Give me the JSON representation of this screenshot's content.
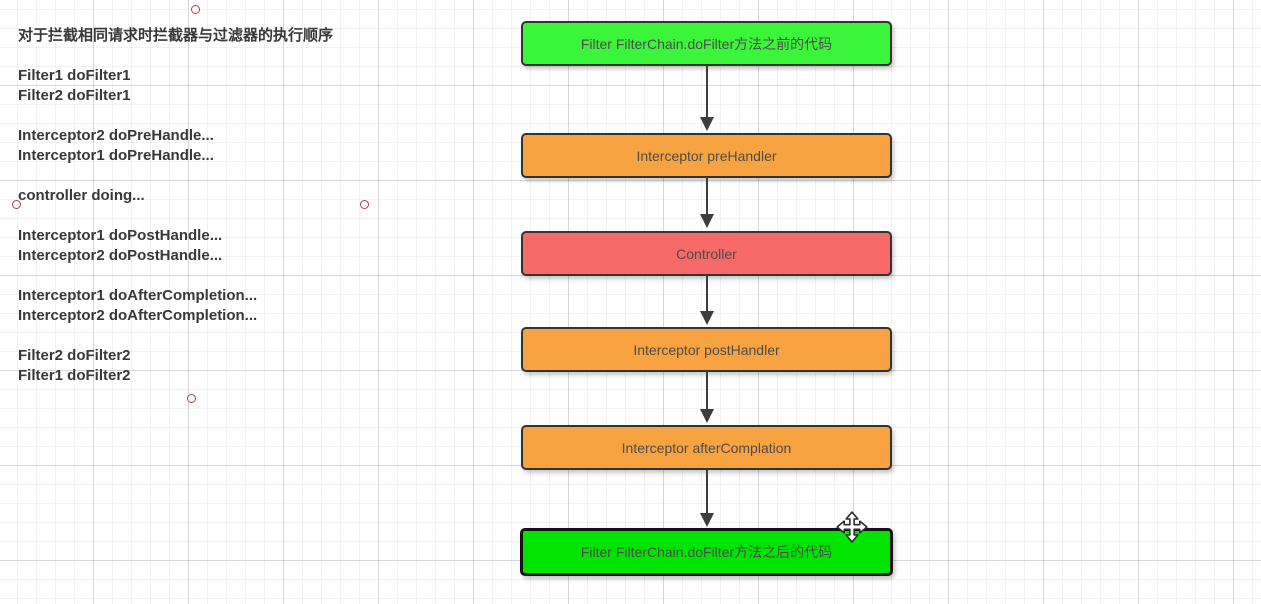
{
  "notes": {
    "text_color": "#383838",
    "lines": [
      "对于拦截相同请求时拦截器与过滤器的执行顺序",
      "Filter1 doFilter1",
      "Filter2 doFilter1",
      "Interceptor2 doPreHandle...",
      "Interceptor1 doPreHandle...",
      "controller doing...",
      "Interceptor1 doPostHandle...",
      "Interceptor2 doPostHandle...",
      "Interceptor1 doAfterCompletion...",
      "Interceptor2 doAfterCompletion...",
      "Filter2 doFilter2",
      "Filter1 doFilter2"
    ]
  },
  "flowchart": {
    "label_color": "#4c4c4c",
    "arrow_color": "#3d3d3d",
    "nodes": [
      {
        "id": "filter-before",
        "label": "Filter FilterChain.doFilter方法之前的代码",
        "fill": "#3bf53b",
        "border": "#333333",
        "selected": false
      },
      {
        "id": "interceptor-prehandler",
        "label": "Interceptor preHandler",
        "fill": "#f8a341",
        "border": "#333333",
        "selected": false
      },
      {
        "id": "controller",
        "label": "Controller",
        "fill": "#f76a6a",
        "border": "#333333",
        "selected": false
      },
      {
        "id": "interceptor-posthandler",
        "label": "Interceptor postHandler",
        "fill": "#f8a341",
        "border": "#333333",
        "selected": false
      },
      {
        "id": "interceptor-aftercomplation",
        "label": "Interceptor afterComplation",
        "fill": "#f8a341",
        "border": "#333333",
        "selected": false
      },
      {
        "id": "filter-after",
        "label": "Filter FilterChain.doFilter方法之后的代码",
        "fill": "#00e400",
        "border": "#141414",
        "selected": true
      }
    ]
  },
  "selection_handles": {
    "color": "#b0413e"
  },
  "cursor": {
    "type": "move"
  }
}
